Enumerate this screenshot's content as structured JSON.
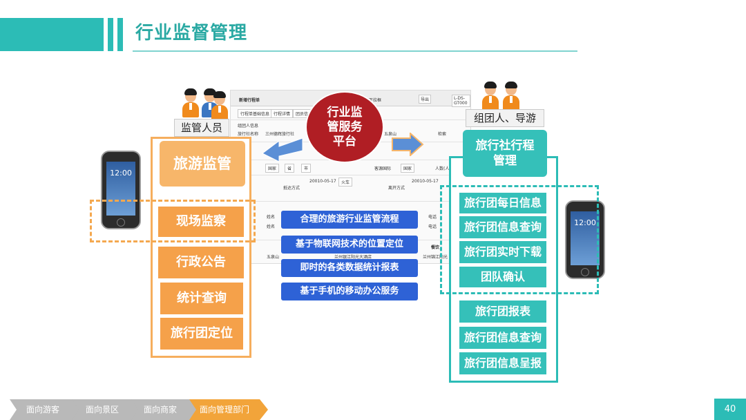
{
  "title": "行业监督管理",
  "platform": {
    "line1": "行业监",
    "line2": "管服务",
    "line3": "平台"
  },
  "left": {
    "tag": "监管人员",
    "header": "旅游监管",
    "items": [
      "现场监察",
      "行政公告",
      "统计查询",
      "旅行团定位"
    ]
  },
  "right": {
    "tag": "组团人、导游",
    "header": "旅行社行程管理",
    "items": [
      "旅行团每日信息",
      "旅行团信息查询",
      "旅行团实时下载",
      "团队确认",
      "旅行团报表",
      "旅行团信息查询",
      "旅行团信息呈报"
    ]
  },
  "features": [
    "合理的旅游行业监管流程",
    "基于物联网技术的位置定位",
    "即时的各类数据统计报表",
    "基于手机的移动办公服务"
  ],
  "phone": {
    "time": "12:00"
  },
  "screenshot": {
    "header": "新增行程单",
    "tabs": [
      "行程单基础信息",
      "行程详情",
      "团员信息"
    ],
    "labels": [
      "组团人信息",
      "旅行社名称",
      "三州德辉旅行社",
      "国家",
      "省",
      "市",
      "客源国际",
      "国家",
      "人数(人)",
      "抵达方式",
      "离开方式",
      "20010-05-17",
      "火车",
      "20010-05-17",
      "姓名",
      "姓名",
      "电话",
      "电话",
      "餐饮",
      "联系人",
      "检索",
      "下拉框",
      "导出",
      "L-DS-GT000",
      "五泉山",
      "兰州银江阳光大酒店",
      "兰州锦江阳光"
    ]
  },
  "nav": [
    "面向游客",
    "面向景区",
    "面向商家",
    "面向管理部门"
  ],
  "page_number": "40",
  "colors": {
    "teal": "#2cbcb6",
    "orange": "#f5a14a",
    "blue": "#2e62d6",
    "red": "#b01e24"
  }
}
